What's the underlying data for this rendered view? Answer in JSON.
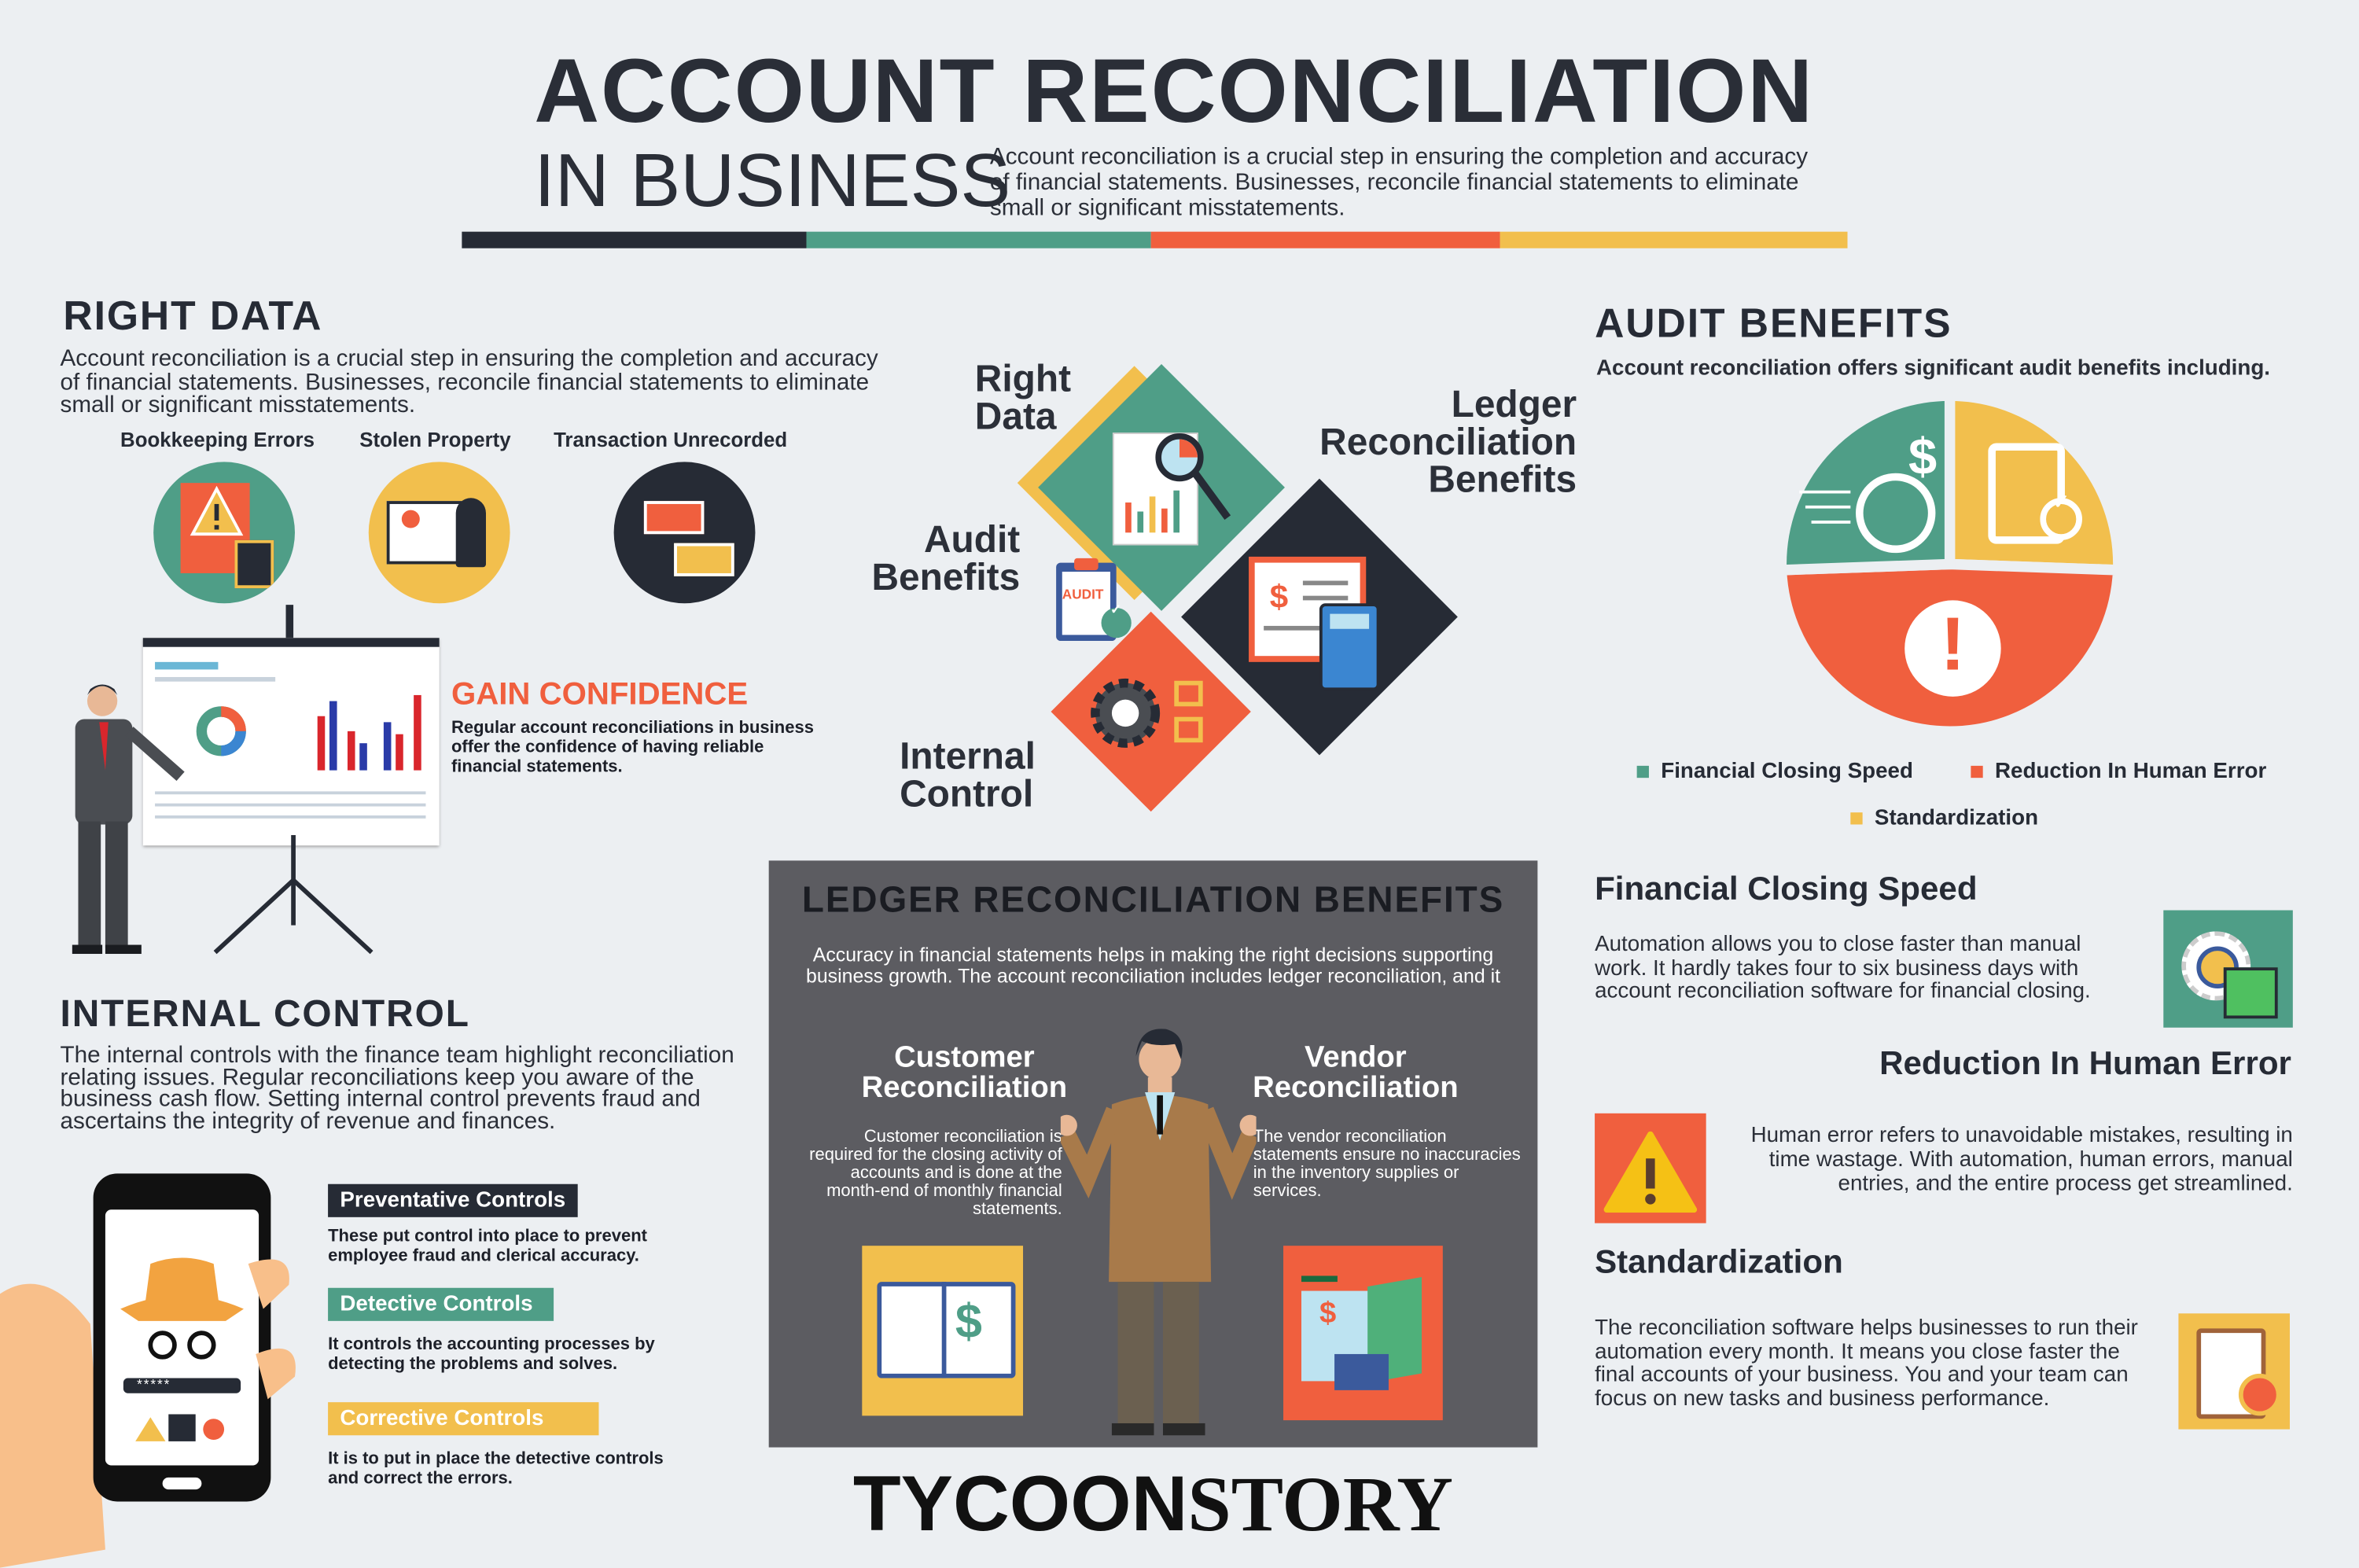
{
  "header": {
    "title": "ACCOUNT RECONCILIATION",
    "subtitle": "IN BUSINESS",
    "intro": "Account reconciliation is a crucial step in ensuring the completion and accuracy of financial statements. Businesses, reconcile financial statements to eliminate small or significant misstatements."
  },
  "colors": {
    "dark": "#262b35",
    "green": "#4f9e87",
    "orange": "#f05f3e",
    "yellow": "#f2bf4d",
    "panel": "#5c5c61"
  },
  "right_data": {
    "title": "RIGHT DATA",
    "text": "Account reconciliation is a crucial step in ensuring the completion and accuracy of financial statements. Businesses, reconcile financial statements to eliminate small or significant misstatements.",
    "items": [
      {
        "label": "Bookkeeping Errors",
        "icon": "warning-book-calculator-icon"
      },
      {
        "label": "Stolen Property",
        "icon": "thief-map-icon"
      },
      {
        "label": "Transaction Unrecorded",
        "icon": "money-transfer-icon"
      }
    ],
    "gain_title": "GAIN CONFIDENCE",
    "gain_text": "Regular account reconciliations in business offer the confidence of having reliable financial statements."
  },
  "internal_control": {
    "title": "INTERNAL CONTROL",
    "text": "The internal controls with the finance team highlight reconciliation relating issues. Regular reconciliations keep you aware of the business cash flow. Setting internal control prevents fraud and ascertains the integrity of revenue and finances.",
    "phone_password": "*****",
    "controls": [
      {
        "label": "Preventative Controls",
        "text": "These put control into place to prevent employee fraud and clerical accuracy."
      },
      {
        "label": "Detective Controls",
        "text": "It controls the accounting processes by detecting the problems and solves."
      },
      {
        "label": "Corrective Controls",
        "text": "It is to put in place the detective controls and correct the errors."
      }
    ]
  },
  "center": {
    "labels": {
      "right_data": "Right Data",
      "ledger": "Ledger Reconciliation Benefits",
      "audit": "Audit Benefits",
      "internal": "Internal Control"
    },
    "audit_badge": "AUDIT"
  },
  "ledger": {
    "title": "LEDGER RECONCILIATION BENEFITS",
    "text": "Accuracy in financial statements helps in making the right decisions supporting business growth. The account reconciliation includes ledger reconciliation, and it",
    "customer_title": "Customer Reconciliation",
    "customer_text": "Customer reconciliation is required for the closing activity of accounts and is done at the month-end of monthly financial statements.",
    "vendor_title": "Vendor Reconciliation",
    "vendor_text": "The vendor reconciliation statements ensure no inaccuracies in the inventory supplies or services."
  },
  "brand": {
    "bold": "TYCOON",
    "light": "STORY"
  },
  "audit": {
    "title": "AUDIT BENEFITS",
    "text": "Account reconciliation offers significant audit benefits including.",
    "legend": [
      {
        "label": "Financial Closing Speed",
        "color": "#4f9e87"
      },
      {
        "label": "Reduction In Human Error",
        "color": "#f05f3e"
      },
      {
        "label": "Standardization",
        "color": "#f2bf4d"
      }
    ],
    "sections": [
      {
        "title": "Financial Closing Speed",
        "text": "Automation allows you to close faster than manual work. It hardly takes four to six business days with account reconciliation software for financial closing."
      },
      {
        "title": "Reduction In Human Error",
        "text": "Human error refers to unavoidable mistakes, resulting in time wastage. With automation, human errors, manual entries, and the entire process get streamlined."
      },
      {
        "title": "Standardization",
        "text": "The reconciliation software helps businesses to run their automation every month. It means you close faster the final accounts of your business. You and your team can focus on new tasks and business performance."
      }
    ]
  },
  "glyphs": {
    "dollar": "$",
    "exclaim": "!",
    "check": "✓"
  }
}
